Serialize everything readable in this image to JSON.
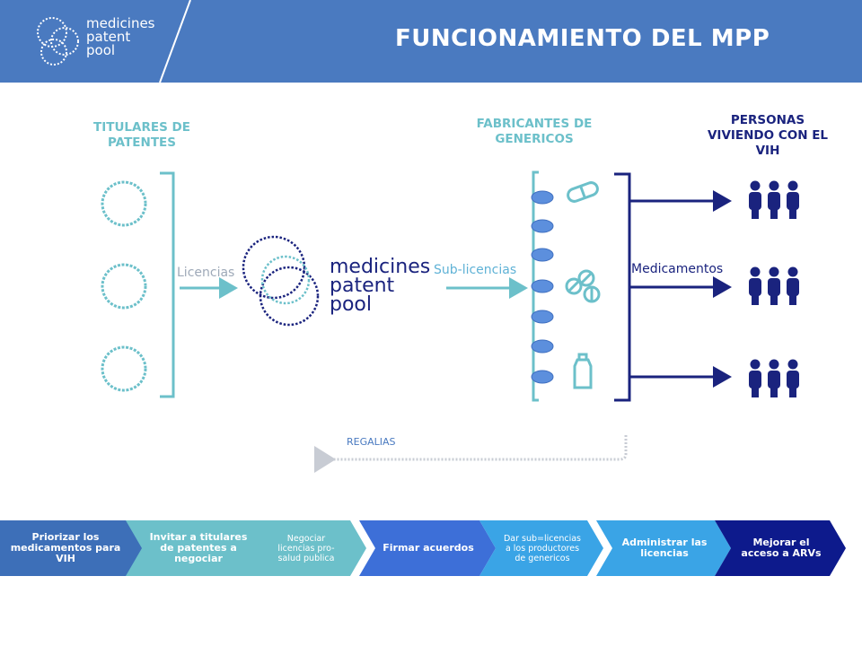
{
  "header": {
    "logo_lines": [
      "medicines",
      "patent",
      "pool"
    ],
    "title": "FUNCIONAMIENTO DEL MPP",
    "bg_color": "#4a7ac0"
  },
  "columns": {
    "patent_holders": "TITULARES DE PATENTES",
    "generic_makers": "FABRICANTES DE GENERICOS",
    "people": "PERSONAS VIVIENDO CON EL VIH"
  },
  "flow": {
    "licencias": "Licencias",
    "sub_licencias": "Sub-licencias",
    "medicamentos": "Medicamentos",
    "regalias": "REGALIAS"
  },
  "center_logo_lines": [
    "medicines",
    "patent",
    "pool"
  ],
  "icons": {
    "patent_holders": [
      "gear-ring-icon",
      "gear-ring-icon",
      "gear-ring-icon"
    ],
    "manufacturer_pills": [
      "capsule-icon",
      "capsule-icon",
      "capsule-icon",
      "capsule-icon",
      "capsule-icon",
      "capsule-icon",
      "capsule-icon"
    ],
    "medicines": [
      "capsule-pill-icon",
      "tablets-icon",
      "bottle-icon"
    ],
    "people_groups": [
      "people-group-icon",
      "people-group-icon",
      "people-group-icon"
    ]
  },
  "steps": [
    {
      "label": "Priorizar los medicamentos para VIH",
      "color": "#3d6fb8"
    },
    {
      "label": "Invitar a titulares de patentes a negociar",
      "color": "#6cc0ca"
    },
    {
      "label": "Negociar licencias pro-salud publica",
      "color": "#6cc0ca"
    },
    {
      "label": "Firmar acuerdos",
      "color": "#3d6fd8"
    },
    {
      "label": "Dar sub=licencias a los productores de genericos",
      "color": "#3aa4e6"
    },
    {
      "label": "Administrar las licencias",
      "color": "#3aa4e6"
    },
    {
      "label": "Mejorar el acceso a ARVs",
      "color": "#0d1a8c"
    }
  ],
  "colors": {
    "teal": "#6cc0ca",
    "navy": "#1a237e",
    "sub_blue": "#5fb2d6"
  }
}
